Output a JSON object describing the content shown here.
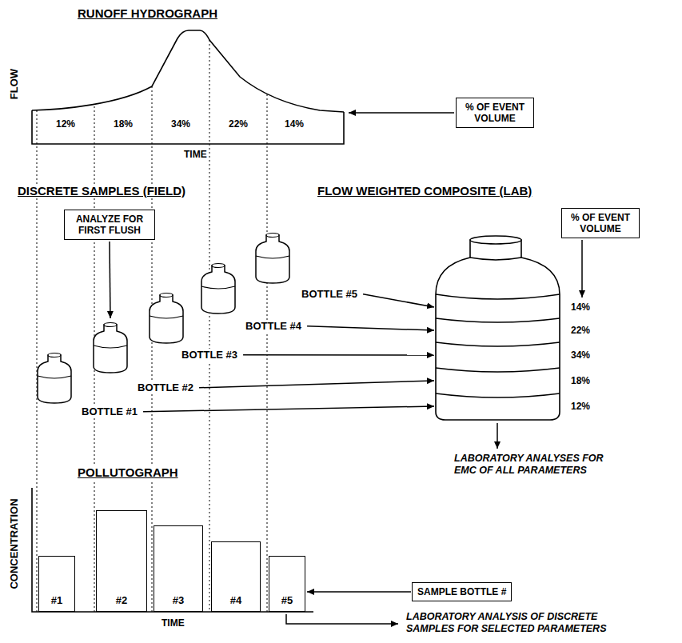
{
  "diagram": {
    "nodes": [
      {
        "text": [
          "% OF EVENT VOLUME"
        ]
      },
      {
        "text": [
          "ANALYZE FOR FIRST FLUSH"
        ]
      },
      {
        "text": [
          "% OF EVENT VOLUME"
        ]
      },
      {
        "text": [
          "#1"
        ]
      },
      {
        "text": [
          "#2"
        ]
      },
      {
        "text": [
          "#3"
        ]
      },
      {
        "text": [
          "#4"
        ]
      },
      {
        "text": [
          "#5"
        ]
      },
      {
        "text": [
          "SAMPLE BOTTLE #"
        ]
      }
    ],
    "edges": [
      {
        "from": 8,
        "to": 7,
        "arrow": "to"
      }
    ],
    "labels": [
      "RUNOFF HYDROGRAPH",
      "FLOW",
      "12%",
      "18%",
      "34%",
      "22%",
      "14%",
      "TIME",
      "DISCRETE SAMPLES (FIELD)",
      "FLOW WEIGHTED COMPOSITE (LAB)",
      "BOTTLE #5",
      "BOTTLE #4",
      "BOTTLE #3",
      "BOTTLE #2",
      "BOTTLE #1",
      "14%",
      "22%",
      "34%",
      "18%",
      "12%",
      "LABORATORY ANALYSES FOR EMC OF ALL PARAMETERS",
      "POLLUTOGRAPH",
      "CONCENTRATION",
      "TIME",
      "LABORATORY ANALYSIS OF DISCRETE SAMPLES FOR SELECTED PARAMETERS"
    ]
  }
}
